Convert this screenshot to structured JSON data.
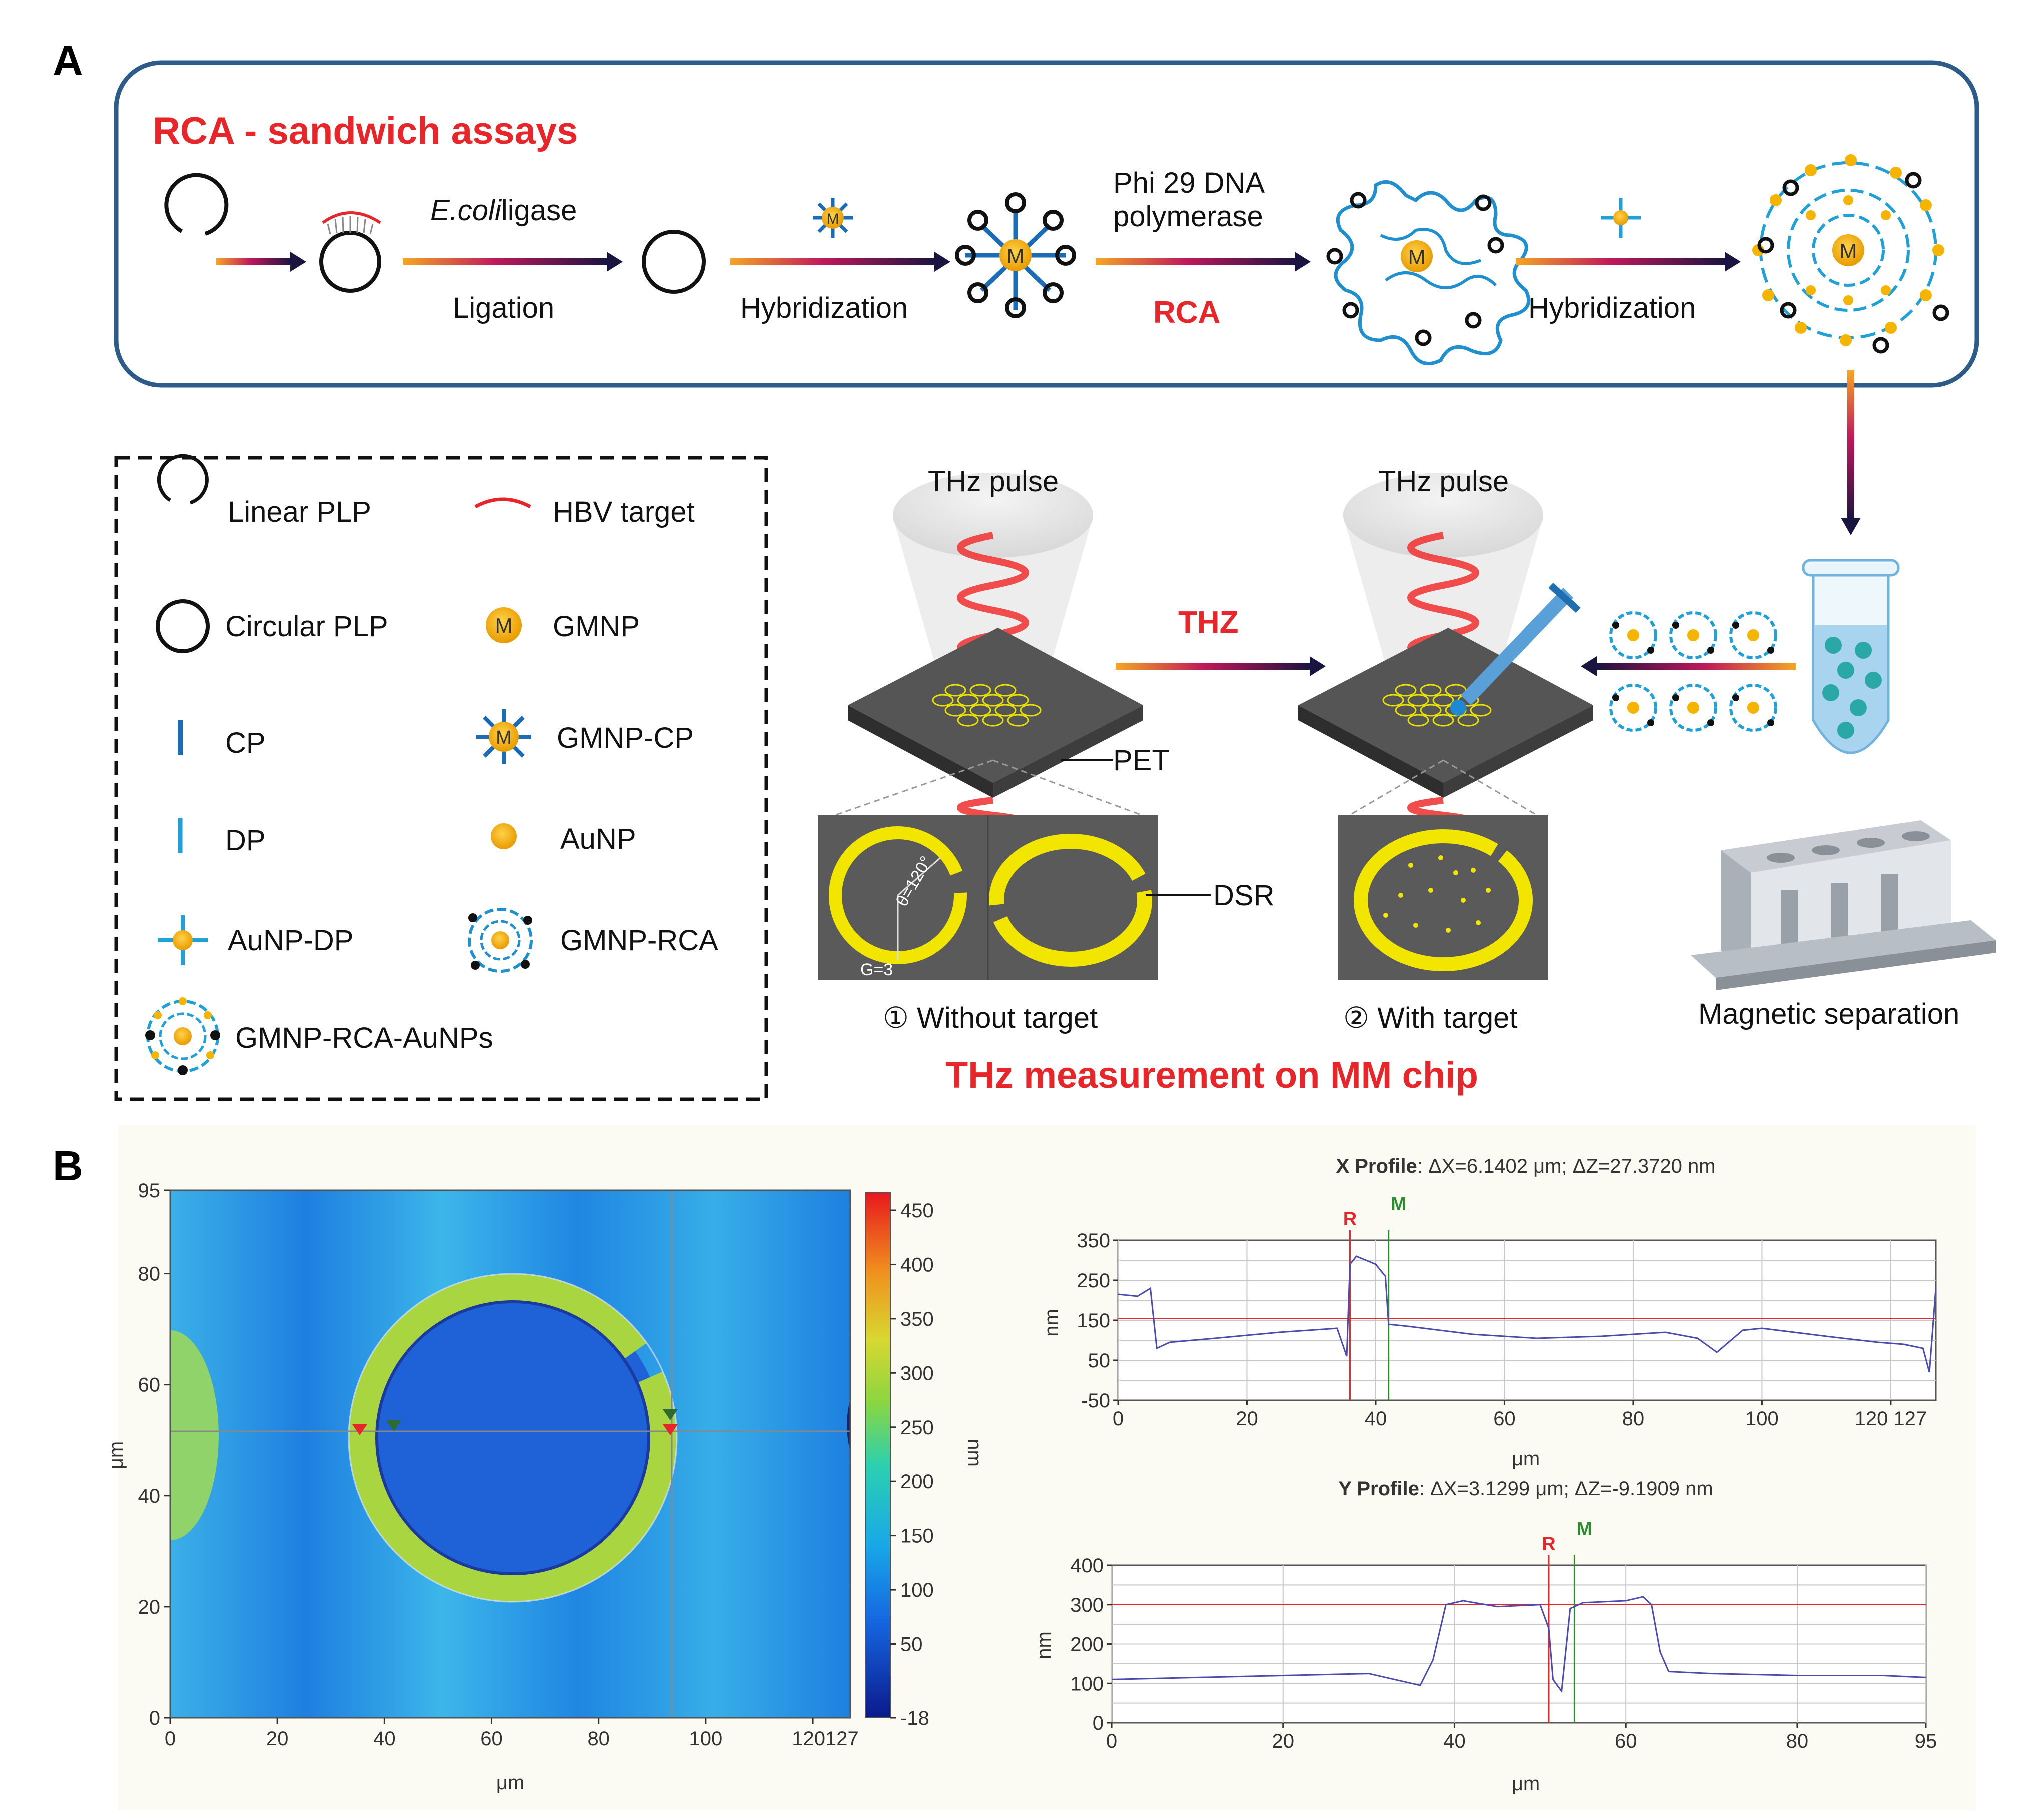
{
  "panel_a": {
    "label": "A",
    "title": "RCA - sandwich assays",
    "steps": {
      "ligase": "E.coli",
      "ligase_rest": "ligase",
      "ligation": "Ligation",
      "hybridization1": "Hybridization",
      "polymerase_line1": "Phi 29 DNA",
      "polymerase_line2": "polymerase",
      "rca": "RCA",
      "hybridization2": "Hybridization"
    },
    "legend": {
      "items": [
        {
          "label": "Linear PLP",
          "icon": "linear-plp-icon"
        },
        {
          "label": "HBV target",
          "icon": "hbv-target-icon"
        },
        {
          "label": "Circular PLP",
          "icon": "circular-plp-icon"
        },
        {
          "label": "GMNP",
          "icon": "gmnp-icon"
        },
        {
          "label": "CP",
          "icon": "cp-icon"
        },
        {
          "label": "GMNP-CP",
          "icon": "gmnp-cp-icon"
        },
        {
          "label": "DP",
          "icon": "dp-icon"
        },
        {
          "label": "AuNP",
          "icon": "aunp-icon"
        },
        {
          "label": "AuNP-DP",
          "icon": "aunp-dp-icon"
        },
        {
          "label": "GMNP-RCA",
          "icon": "gmnp-rca-icon"
        },
        {
          "label": "GMNP-RCA-AuNPs",
          "icon": "gmnp-rca-aunps-icon"
        }
      ],
      "gmnp_letter": "M"
    },
    "chip": {
      "thz_pulse_1": "THz pulse",
      "thz_pulse_2": "THz pulse",
      "thz_arrow": "THZ",
      "pet": "PET",
      "dsr": "DSR",
      "theta": "θ=120°",
      "gap": "G=3",
      "without_target": "① Without target",
      "with_target": "② With target",
      "magnetic_separation": "Magnetic separation",
      "measurement_title": "THz measurement on MM chip"
    },
    "colors": {
      "title_red": "#e8262a",
      "frame_blue": "#2d5b8a",
      "ring_yellow": "#f2e600",
      "gmnp_orange": "#f5b400",
      "probe_blue": "#1fa0d8"
    }
  },
  "panel_b": {
    "label": "B",
    "afm_map": {
      "y_axis_label": "μm",
      "x_axis_label": "μm",
      "x_ticks": [
        "0",
        "20",
        "40",
        "60",
        "80",
        "100",
        "120127"
      ],
      "y_ticks": [
        "0",
        "20",
        "40",
        "60",
        "80",
        "95"
      ],
      "colorbar_ticks": [
        "-18",
        "50",
        "100",
        "150",
        "200",
        "250",
        "300",
        "350",
        "400",
        "450"
      ],
      "colorbar_unit": "nm"
    },
    "x_profile": {
      "title_bold": "X Profile",
      "title_rest": ": ΔX=6.1402 μm; ΔZ=27.3720 nm",
      "marker_r": "R",
      "marker_m": "M",
      "y_label": "nm",
      "x_label": "μm",
      "y_ticks": [
        "-50",
        "50",
        "150",
        "250",
        "350"
      ],
      "x_ticks": [
        "0",
        "20",
        "40",
        "60",
        "80",
        "100",
        "120 127"
      ]
    },
    "y_profile": {
      "title_bold": "Y Profile",
      "title_rest": ": ΔX=3.1299 μm; ΔZ=-9.1909 nm",
      "marker_r": "R",
      "marker_m": "M",
      "y_label": "nm",
      "x_label": "μm",
      "y_ticks": [
        "0",
        "100",
        "200",
        "300",
        "400"
      ],
      "x_ticks": [
        "0",
        "20",
        "40",
        "60",
        "80",
        "95"
      ]
    }
  },
  "chart_data": [
    {
      "type": "line",
      "title": "X Profile: ΔX=6.1402 μm; ΔZ=27.3720 nm",
      "xlabel": "μm",
      "ylabel": "nm",
      "xlim": [
        0,
        127
      ],
      "ylim": [
        -50,
        350
      ],
      "series": [
        {
          "x": [
            0,
            3,
            5,
            6,
            8,
            15,
            25,
            34,
            35.5,
            36,
            37,
            40,
            41.5,
            42,
            45,
            55,
            65,
            75,
            85,
            90,
            93,
            97,
            100,
            110,
            118,
            122,
            125,
            126,
            127
          ],
          "y": [
            215,
            210,
            230,
            80,
            95,
            105,
            120,
            130,
            60,
            290,
            310,
            290,
            260,
            140,
            135,
            115,
            105,
            110,
            120,
            105,
            70,
            125,
            130,
            110,
            95,
            90,
            80,
            20,
            230
          ]
        }
      ],
      "markers": {
        "R": 36,
        "M": 42
      },
      "reference_line_y": 155
    },
    {
      "type": "line",
      "title": "Y Profile: ΔX=3.1299 μm; ΔZ=-9.1909 nm",
      "xlabel": "μm",
      "ylabel": "nm",
      "xlim": [
        0,
        95
      ],
      "ylim": [
        0,
        400
      ],
      "series": [
        {
          "x": [
            0,
            10,
            20,
            30,
            36,
            37.5,
            39,
            41,
            45,
            50,
            51,
            51.5,
            52.5,
            53.5,
            55,
            60,
            62,
            63,
            64,
            65,
            70,
            80,
            90,
            95
          ],
          "y": [
            110,
            115,
            120,
            125,
            95,
            160,
            300,
            310,
            295,
            300,
            240,
            110,
            80,
            290,
            305,
            310,
            320,
            300,
            180,
            130,
            125,
            120,
            120,
            115
          ]
        }
      ],
      "markers": {
        "R": 51,
        "M": 54
      },
      "reference_line_y": 300
    }
  ]
}
